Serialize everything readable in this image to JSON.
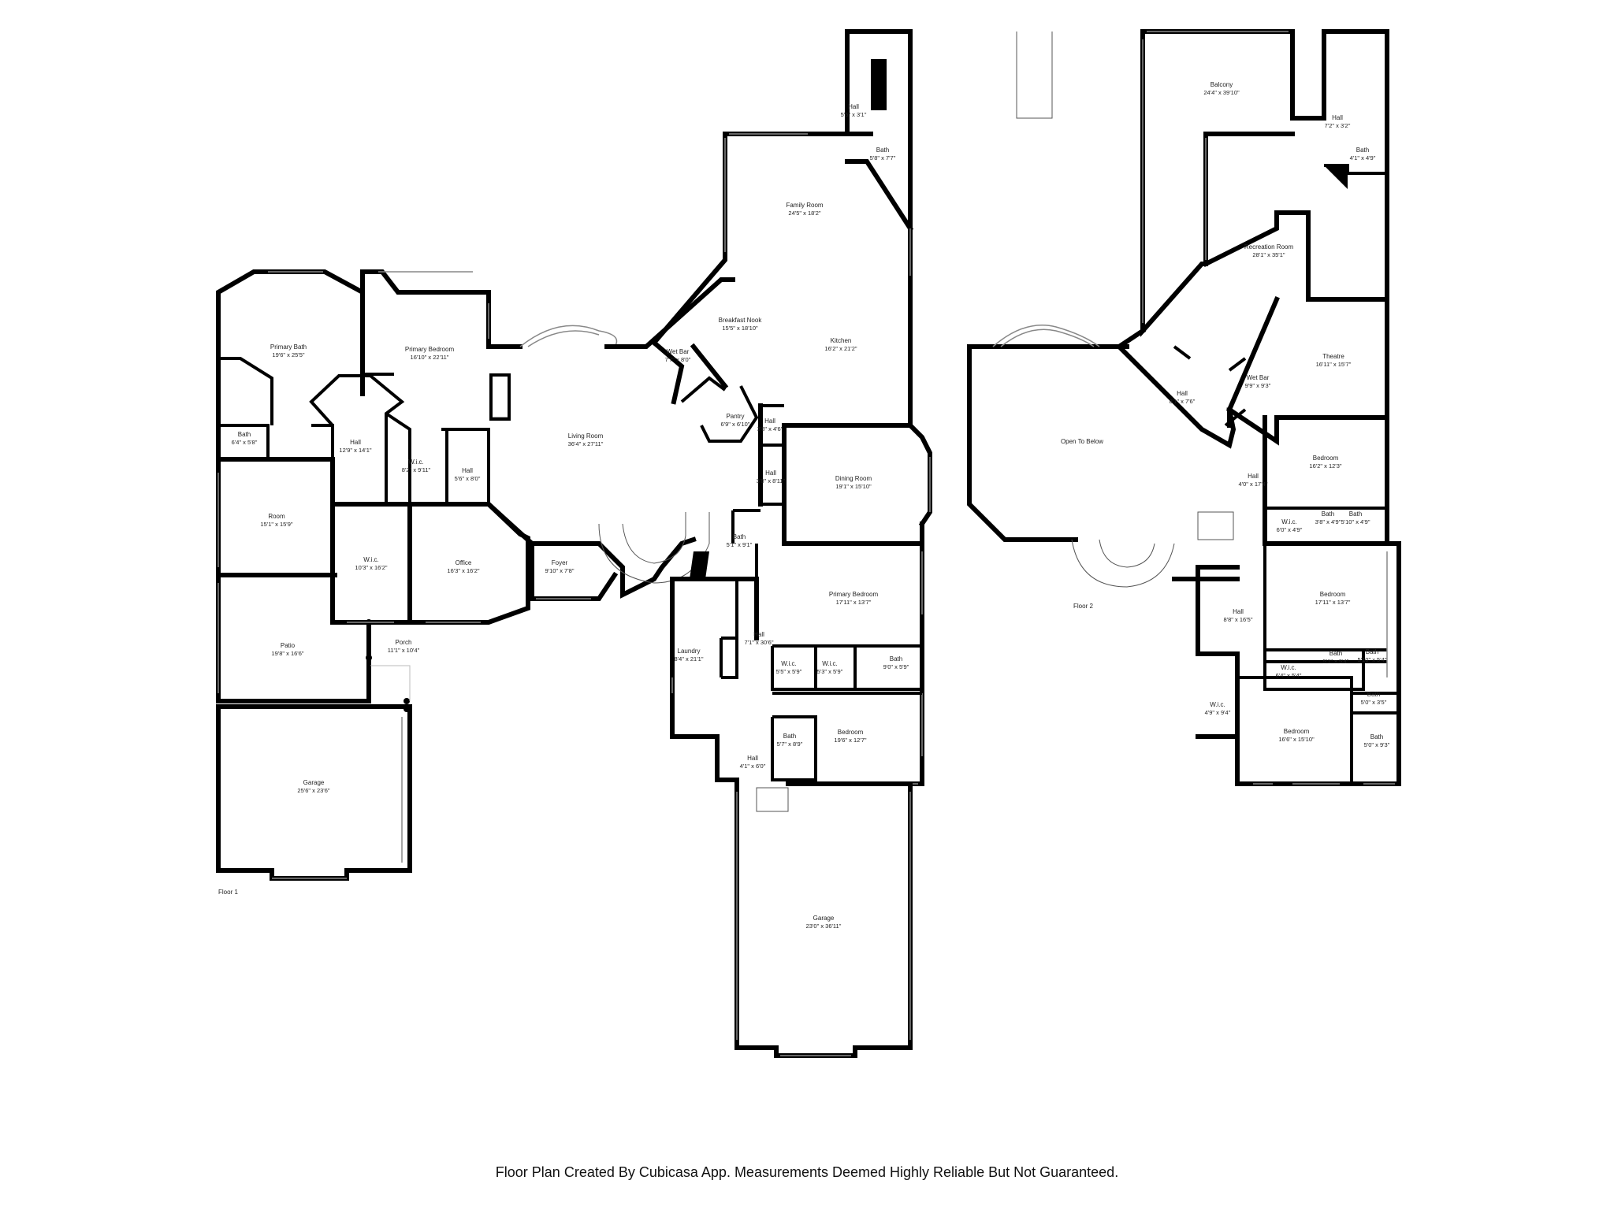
{
  "footer": "Floor Plan Created By Cubicasa App. Measurements Deemed Highly Reliable But Not Guaranteed.",
  "floors": [
    {
      "label": "Floor 1",
      "rooms": [
        {
          "name": "Primary Bath",
          "dims": "19'6\" x 25'5\""
        },
        {
          "name": "Primary Bedroom",
          "dims": "16'10\" x 22'11\""
        },
        {
          "name": "Bath",
          "dims": "6'4\" x 5'8\""
        },
        {
          "name": "Hall",
          "dims": "12'9\" x 14'1\""
        },
        {
          "name": "W.i.c.",
          "dims": "8'2\" x 9'11\""
        },
        {
          "name": "Hall",
          "dims": "5'6\" x 8'0\""
        },
        {
          "name": "Room",
          "dims": "15'1\" x 15'9\""
        },
        {
          "name": "W.i.c.",
          "dims": "10'3\" x 16'2\""
        },
        {
          "name": "Office",
          "dims": "16'3\" x 16'2\""
        },
        {
          "name": "Patio",
          "dims": "19'8\" x 16'6\""
        },
        {
          "name": "Porch",
          "dims": "11'1\" x 10'4\""
        },
        {
          "name": "Garage",
          "dims": "25'6\" x 23'6\""
        },
        {
          "name": "Living Room",
          "dims": "36'4\" x 27'11\""
        },
        {
          "name": "Foyer",
          "dims": "9'10\" x 7'8\""
        },
        {
          "name": "Family Room",
          "dims": "24'5\" x 18'2\""
        },
        {
          "name": "Breakfast Nook",
          "dims": "15'5\" x 18'10\""
        },
        {
          "name": "Kitchen",
          "dims": "16'2\" x 21'2\""
        },
        {
          "name": "Wet Bar",
          "dims": "7'7\" x 8'0\""
        },
        {
          "name": "Pantry",
          "dims": "6'9\" x 6'10\""
        },
        {
          "name": "Hall",
          "dims": "3'8\" x 4'6\""
        },
        {
          "name": "Hall",
          "dims": "3'8\" x 8'11\""
        },
        {
          "name": "Hall",
          "dims": "5'5\" x 3'1\""
        },
        {
          "name": "Bath",
          "dims": "5'8\" x 7'7\""
        },
        {
          "name": "Dining Room",
          "dims": "19'1\" x 15'10\""
        },
        {
          "name": "Bath",
          "dims": "5'1\" x 9'1\""
        },
        {
          "name": "Primary Bedroom",
          "dims": "17'11\" x 13'7\""
        },
        {
          "name": "Laundry",
          "dims": "8'4\" x 21'1\""
        },
        {
          "name": "Hall",
          "dims": "7'1\" x 30'6\""
        },
        {
          "name": "W.i.c.",
          "dims": "5'5\" x 5'9\""
        },
        {
          "name": "W.i.c.",
          "dims": "5'3\" x 5'9\""
        },
        {
          "name": "Bath",
          "dims": "9'0\" x 5'9\""
        },
        {
          "name": "Bath",
          "dims": "5'7\" x 8'9\""
        },
        {
          "name": "Bedroom",
          "dims": "19'6\" x 12'7\""
        },
        {
          "name": "Hall",
          "dims": "4'1\" x 6'0\""
        },
        {
          "name": "Garage",
          "dims": "23'0\" x 36'11\""
        }
      ]
    },
    {
      "label": "Floor 2",
      "rooms": [
        {
          "name": "Balcony",
          "dims": "24'4\" x 39'10\""
        },
        {
          "name": "Hall",
          "dims": "7'2\" x 3'2\""
        },
        {
          "name": "Bath",
          "dims": "4'1\" x 4'9\""
        },
        {
          "name": "Recreation Room",
          "dims": "28'1\" x 35'1\""
        },
        {
          "name": "Theatre",
          "dims": "16'11\" x 15'7\""
        },
        {
          "name": "Wet Bar",
          "dims": "9'9\" x 9'3\""
        },
        {
          "name": "Hall",
          "dims": "8'1\" x 7'6\""
        },
        {
          "name": "Open To Below",
          "dims": ""
        },
        {
          "name": "Bedroom",
          "dims": "16'2\" x 12'3\""
        },
        {
          "name": "Hall",
          "dims": "4'0\" x 17'4\""
        },
        {
          "name": "W.i.c.",
          "dims": "6'0\" x 4'9\""
        },
        {
          "name": "Bath",
          "dims": "3'8\" x 4'9\""
        },
        {
          "name": "Bath",
          "dims": "5'10\" x 4'9\""
        },
        {
          "name": "Bedroom",
          "dims": "17'11\" x 13'7\""
        },
        {
          "name": "Hall",
          "dims": "8'8\" x 16'5\""
        },
        {
          "name": "W.i.c.",
          "dims": "6'4\" x 5'4\""
        },
        {
          "name": "Bath",
          "dims": "5'1\" x 5'4\""
        },
        {
          "name": "Bath",
          "dims": "5'10\" x 5'4\""
        },
        {
          "name": "W.i.c.",
          "dims": "4'9\" x 9'4\""
        },
        {
          "name": "Bedroom",
          "dims": "16'6\" x 15'10\""
        },
        {
          "name": "Bath",
          "dims": "5'0\" x 3'5\""
        },
        {
          "name": "Bath",
          "dims": "5'0\" x 9'3\""
        }
      ]
    }
  ]
}
